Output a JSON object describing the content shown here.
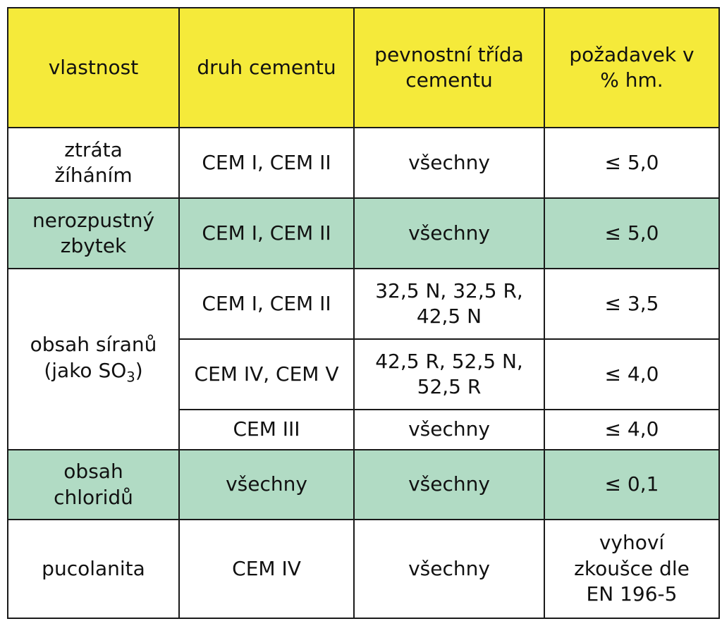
{
  "headers": {
    "property": "vlastnost",
    "cement_type": "druh cementu",
    "strength_class": "pevnostní třída cementu",
    "requirement": "požadavek v % hm."
  },
  "rows": {
    "loss_on_ignition": {
      "property": "ztráta žíháním",
      "cement_type": "CEM I, CEM II",
      "strength_class": "všechny",
      "requirement": "≤ 5,0"
    },
    "insoluble_residue": {
      "property": "nerozpustný zbytek",
      "cement_type": "CEM I, CEM II",
      "strength_class": "všechny",
      "requirement": "≤ 5,0"
    },
    "sulfate": {
      "property_main": "obsah síranů",
      "property_paren_open": "(jako SO",
      "property_sub": "3",
      "property_paren_close": ")",
      "sub_rows": [
        {
          "cement_type": "CEM I, CEM II",
          "strength_class": "32,5 N, 32,5 R, 42,5 N",
          "requirement": "≤ 3,5"
        },
        {
          "cement_type": "CEM IV, CEM V",
          "strength_class": "42,5 R, 52,5 N, 52,5 R",
          "requirement": "≤ 4,0"
        },
        {
          "cement_type": "CEM III",
          "strength_class": "všechny",
          "requirement": "≤ 4,0"
        }
      ]
    },
    "chloride": {
      "property": "obsah chloridů",
      "cement_type": "všechny",
      "strength_class": "všechny",
      "requirement": "≤ 0,1"
    },
    "pozzolanicity": {
      "property": "pucolanita",
      "cement_type": "CEM IV",
      "strength_class": "všechny",
      "requirement": "vyhoví zkoušce dle EN 196-5"
    }
  },
  "colors": {
    "header_bg": "#f5ea3a",
    "band_bg": "#b1dbc4",
    "plain_bg": "#ffffff",
    "border": "#1a1a1a"
  }
}
